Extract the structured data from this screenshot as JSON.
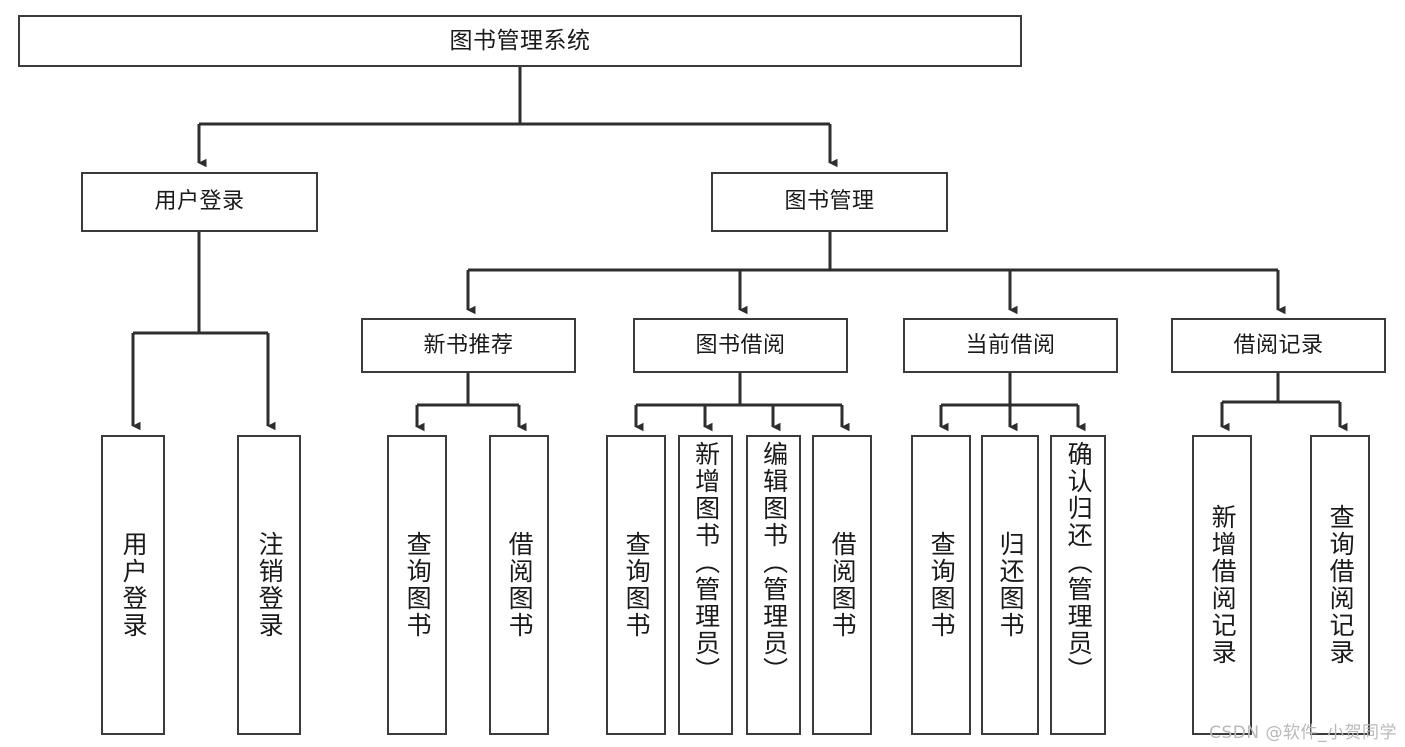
{
  "diagram": {
    "type": "tree-hierarchy",
    "title": "图书管理系统",
    "orientation": "top-down",
    "colors": {
      "box_border": "#3b3b3b",
      "box_fill": "#ffffff",
      "connector": "#2e2e2e",
      "text": "#1a1a1a",
      "watermark": "#b9b9b9",
      "background": "#ffffff"
    },
    "levels": {
      "root": {
        "label": "图书管理系统"
      },
      "level2": [
        {
          "label": "用户登录"
        },
        {
          "label": "图书管理"
        }
      ],
      "level3": [
        {
          "label": "新书推荐"
        },
        {
          "label": "图书借阅"
        },
        {
          "label": "当前借阅"
        },
        {
          "label": "借阅记录"
        }
      ],
      "leaves": {
        "user_login": [
          {
            "label": "用户登录"
          },
          {
            "label": "注销登录"
          }
        ],
        "new_book_recommend": [
          {
            "label": "查询图书"
          },
          {
            "label": "借阅图书"
          }
        ],
        "book_borrow": [
          {
            "label": "查询图书"
          },
          {
            "label": "新增图书（管理员）"
          },
          {
            "label": "编辑图书（管理员）"
          },
          {
            "label": "借阅图书"
          }
        ],
        "current_borrow": [
          {
            "label": "查询图书"
          },
          {
            "label": "归还图书"
          },
          {
            "label": "确认归还（管理员）"
          }
        ],
        "borrow_record": [
          {
            "label": "新增借阅记录"
          },
          {
            "label": "查询借阅记录"
          }
        ]
      }
    }
  },
  "watermark": {
    "text": "CSDN @软件_小贺同学"
  }
}
